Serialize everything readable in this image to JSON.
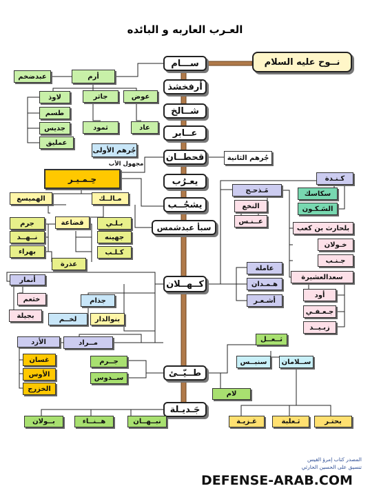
{
  "title": "العـرب العاربه و البائده",
  "noah": "نــوح عليه السلام",
  "trunk": {
    "sam": "ســـام",
    "arfakhshad": "أرفخشذ",
    "shalikh": "شــالخ",
    "abir": "عــابر",
    "qahtan": "قحطــان",
    "yarub": "يعـرُب",
    "yashjub": "يشجُــب",
    "saba": "سبأ عبدشمس",
    "kahlan": "كــهــلان",
    "tayy": "طــيّــئ",
    "jadila": "جَـديـلة"
  },
  "aram": {
    "aram": "أرم",
    "abdadkham": "عبدضخم",
    "jathir": "جاثر",
    "awadh": "عوض",
    "lawz": "لاوذ",
    "tasm": "طسم",
    "jadis": "جديس",
    "imliq": "عمليق",
    "thamud": "ثمود",
    "ad": "عاد"
  },
  "jurhum": {
    "first": "جُرهم الأولى",
    "first_note": "مجهول الأب",
    "second": "جُرهم الثانية"
  },
  "himyar": {
    "himyar": "حِـمـيـر",
    "malik": "مـالــك",
    "hamaysa": "الهميسع",
    "qudaa": "قضاعة",
    "jarm": "جرم",
    "bali": "بـلـي",
    "nahd": "نــهــد",
    "juhayna": "جهينه",
    "bahra": "بهراء",
    "kalb": "كـلـب",
    "udhra": "عذرة"
  },
  "madhhij": {
    "kinda": "كـنـدة",
    "sakasik": "سكاسك",
    "sakun": "السَـكـون",
    "madhhij": "مَـذحـج",
    "nakha": "النخع",
    "ans": "عــنـس",
    "balharith": "بلحارث بن كعب",
    "khawlan": "خـولان",
    "janb": "جـنـب",
    "saad": "سعدالعشيرة",
    "awd": "أود",
    "jufi": "جـعـفـي",
    "zubayd": "زبـيــد"
  },
  "kahlan": {
    "amila": "عاملة",
    "hamdan": "هـمـدان",
    "ashar": "أشـعـر",
    "anmar": "أنمار",
    "khatham": "خثعم",
    "bajila": "بجيلة",
    "judham": "جذام",
    "lakhm": "لخــم",
    "banu_dar": "بنوالدار",
    "murad": "مــراد",
    "azd": "الأزد",
    "ghassan": "غسان",
    "aws": "الأوس",
    "khazraj": "الخزرج"
  },
  "tayy": {
    "jurm": "جــرم",
    "sadus": "ســدوس",
    "thual": "ثــعــل",
    "sanbas": "سنبــس",
    "salaman": "ســلامان",
    "lam": "لام",
    "buhtur": "بحتـر",
    "thaalaba": "ثـعلبة",
    "ghaziyya": "غـزيـة"
  },
  "jadila": {
    "bawlan": "بــولان",
    "hina": "هــنــاء",
    "nabhan": "نبــهــان"
  },
  "source_line1": "المصدر كتاب إمرؤ القيس",
  "source_line2": "تنسيق على الحسين الحارثي",
  "brand": "DEFENSE-ARAB.COM"
}
